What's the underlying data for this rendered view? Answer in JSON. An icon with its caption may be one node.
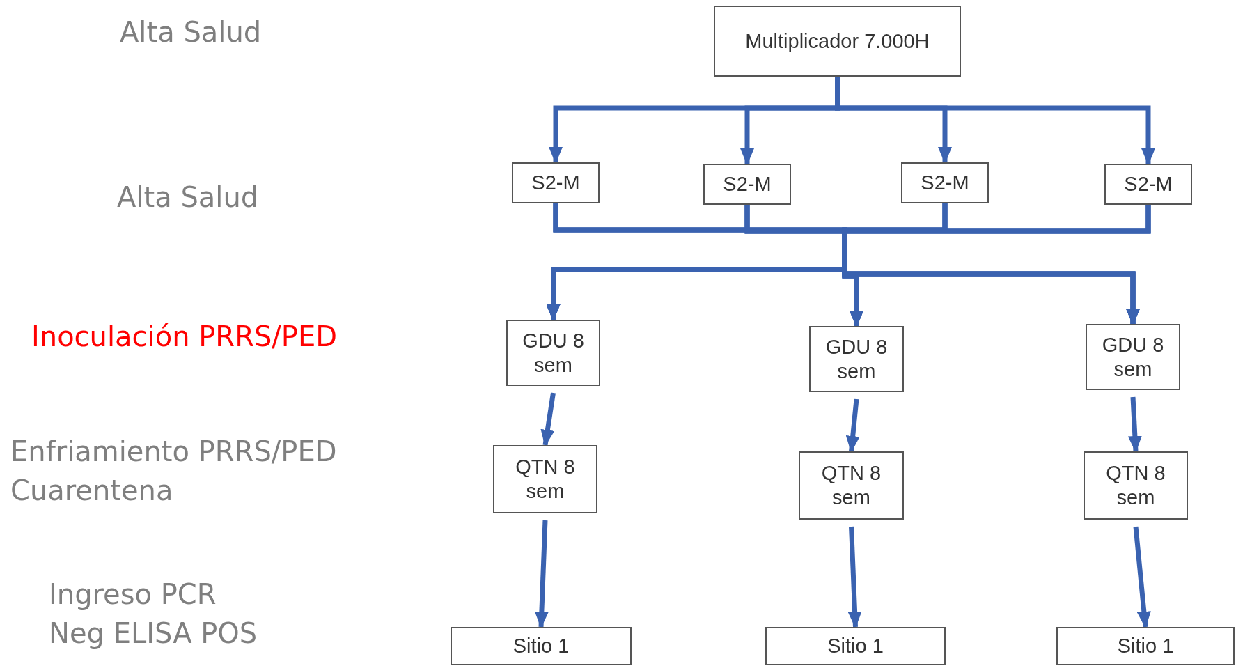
{
  "diagram": {
    "nodes": [
      {
        "text": [
          "Multiplicador 7.000H"
        ]
      },
      {
        "text": [
          "S2-M"
        ]
      },
      {
        "text": [
          "S2-M"
        ]
      },
      {
        "text": [
          "S2-M"
        ]
      },
      {
        "text": [
          "S2-M"
        ]
      },
      {
        "text": [
          "GDU 8 sem"
        ]
      },
      {
        "text": [
          "GDU 8 sem"
        ]
      },
      {
        "text": [
          "GDU 8 sem"
        ]
      },
      {
        "text": [
          "QTN 8 sem"
        ]
      },
      {
        "text": [
          "QTN 8 sem"
        ]
      },
      {
        "text": [
          "QTN 8 sem"
        ]
      },
      {
        "text": [
          "Sitio 1"
        ]
      },
      {
        "text": [
          "Sitio 1"
        ]
      },
      {
        "text": [
          "Sitio 1"
        ]
      }
    ],
    "edges": [
      {
        "from": 0,
        "to": 1,
        "arrow": "to"
      },
      {
        "from": 0,
        "to": 2,
        "arrow": "to"
      },
      {
        "from": 0,
        "to": 3,
        "arrow": "to"
      },
      {
        "from": 0,
        "to": 4,
        "arrow": "to"
      },
      {
        "from": 1,
        "to": 5,
        "arrow": "to"
      },
      {
        "from": 1,
        "to": 6,
        "arrow": "to"
      },
      {
        "from": 1,
        "to": 7,
        "arrow": "to"
      },
      {
        "from": 2,
        "to": 5,
        "arrow": "to"
      },
      {
        "from": 2,
        "to": 6,
        "arrow": "to"
      },
      {
        "from": 2,
        "to": 7,
        "arrow": "to"
      },
      {
        "from": 3,
        "to": 5,
        "arrow": "to"
      },
      {
        "from": 3,
        "to": 6,
        "arrow": "to"
      },
      {
        "from": 3,
        "to": 7,
        "arrow": "to"
      },
      {
        "from": 4,
        "to": 5,
        "arrow": "to"
      },
      {
        "from": 4,
        "to": 6,
        "arrow": "to"
      },
      {
        "from": 4,
        "to": 7,
        "arrow": "to"
      },
      {
        "from": 5,
        "to": 8,
        "arrow": "to"
      },
      {
        "from": 6,
        "to": 9,
        "arrow": "to"
      },
      {
        "from": 7,
        "to": 10,
        "arrow": "to"
      },
      {
        "from": 8,
        "to": 11,
        "arrow": "to"
      },
      {
        "from": 9,
        "to": 12,
        "arrow": "to"
      },
      {
        "from": 10,
        "to": 13,
        "arrow": "to"
      }
    ],
    "labels": [
      "Alta Salud",
      "Alta Salud",
      "Inoculación PRRS/PED",
      "Enfriamiento PRRS/PED Cuarentena",
      "Ingreso PCR Neg ELISA POS"
    ]
  }
}
